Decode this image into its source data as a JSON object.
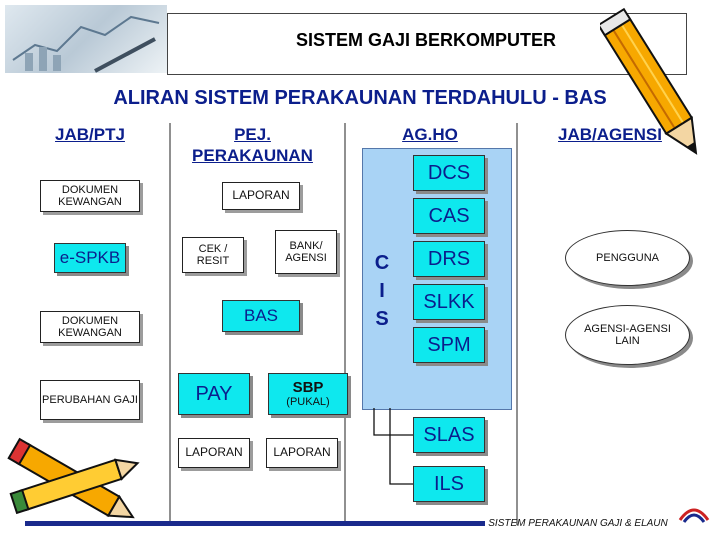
{
  "header": {
    "title": "SISTEM GAJI BERKOMPUTER"
  },
  "subtitle": "ALIRAN SISTEM PERAKAUNAN TERDAHULU - BAS",
  "columns": {
    "jab_ptj": "JAB/PTJ",
    "pej_perakaunan_1": "PEJ.",
    "pej_perakaunan_2": "PERAKAUNAN",
    "ag_ho": "AG.HO",
    "jab_agensi": "JAB/AGENSI"
  },
  "nodes": {
    "dokumen_kewangan_1": "DOKUMEN KEWANGAN",
    "laporan_top": "LAPORAN",
    "espkb": "e-SPKB",
    "cek_resit": "CEK / RESIT",
    "bank_agensi": "BANK/ AGENSI",
    "dokumen_kewangan_2": "DOKUMEN KEWANGAN",
    "bas": "BAS",
    "perubahan_gaji": "PERUBAHAN GAJI",
    "pay": "PAY",
    "sbp": "SBP",
    "sbp_sub": "(PUKAL)",
    "laporan_pay": "LAPORAN",
    "laporan_sbp": "LAPORAN",
    "cis_c": "C",
    "cis_i": "I",
    "cis_s": "S",
    "dcs": "DCS",
    "cas": "CAS",
    "drs": "DRS",
    "slkk": "SLKK",
    "spm": "SPM",
    "slas": "SLAS",
    "ils": "ILS",
    "pengguna": "PENGGUNA",
    "agensi_lain_1": "AGENSI-AGENSI",
    "agensi_lain_2": "LAIN"
  },
  "footer": {
    "caption": "SISTEM PERAKAUNAN GAJI & ELAUN"
  },
  "colors": {
    "accent": "#0ee8ee",
    "column_fill": "#a9d3f5",
    "text_blue": "#0b1e8c",
    "footer_bar": "#1a2a8c"
  },
  "icons": [
    "pencil-icon",
    "pencils-icon",
    "finance-photo",
    "anm-logo"
  ]
}
